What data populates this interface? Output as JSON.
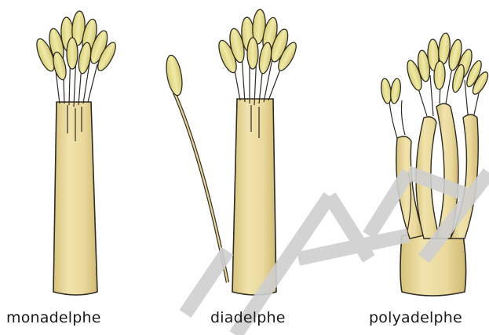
{
  "colors": {
    "filament_fill": "#ecdca2",
    "filament_shade": "#d9c47f",
    "anther_fill": "#e2da8a",
    "anther_light": "#efe9ad",
    "outline": "#2f2b22",
    "watermark": "#c9c9c9",
    "caption": "#1a1a1a"
  },
  "figures": [
    {
      "id": "monadelphe",
      "caption": "monadelphe",
      "icon": "monadelphous-stamen-icon"
    },
    {
      "id": "diadelphe",
      "caption": "diadelphe",
      "icon": "diadelphous-stamen-icon"
    },
    {
      "id": "polyadelphe",
      "caption": "polyadelphe",
      "icon": "polyadelphous-stamen-icon"
    }
  ],
  "watermark": {
    "icon": "diagonal-watermark-icon"
  }
}
